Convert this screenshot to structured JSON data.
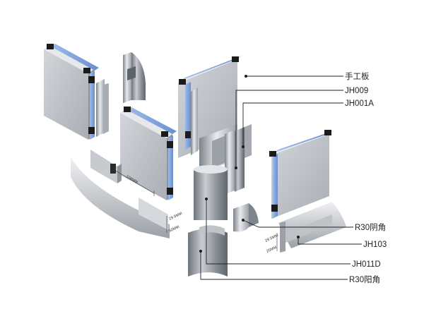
{
  "labels": {
    "handmade_board": "手工板",
    "jh009": "JH009",
    "jh001a": "JH001A",
    "r30_inner": "R30阴角",
    "jh103": "JH103",
    "jh011d": "JH011D",
    "r30_outer": "R30阳角"
  },
  "dimensions": {
    "d_left_len": "104MM",
    "d_left_h": "29.5MM",
    "d_left_w": "50MM",
    "d_right_h": "29.5MM",
    "d_right_w": "25MM"
  },
  "colors": {
    "panel_face": "#b9bdc3",
    "panel_side": "#8f949b",
    "glass": "#7b9fd8",
    "metal_light": "#dcdfe3",
    "metal_dark": "#8a8f96",
    "clip": "#1b1b1b",
    "leader": "#222222"
  }
}
